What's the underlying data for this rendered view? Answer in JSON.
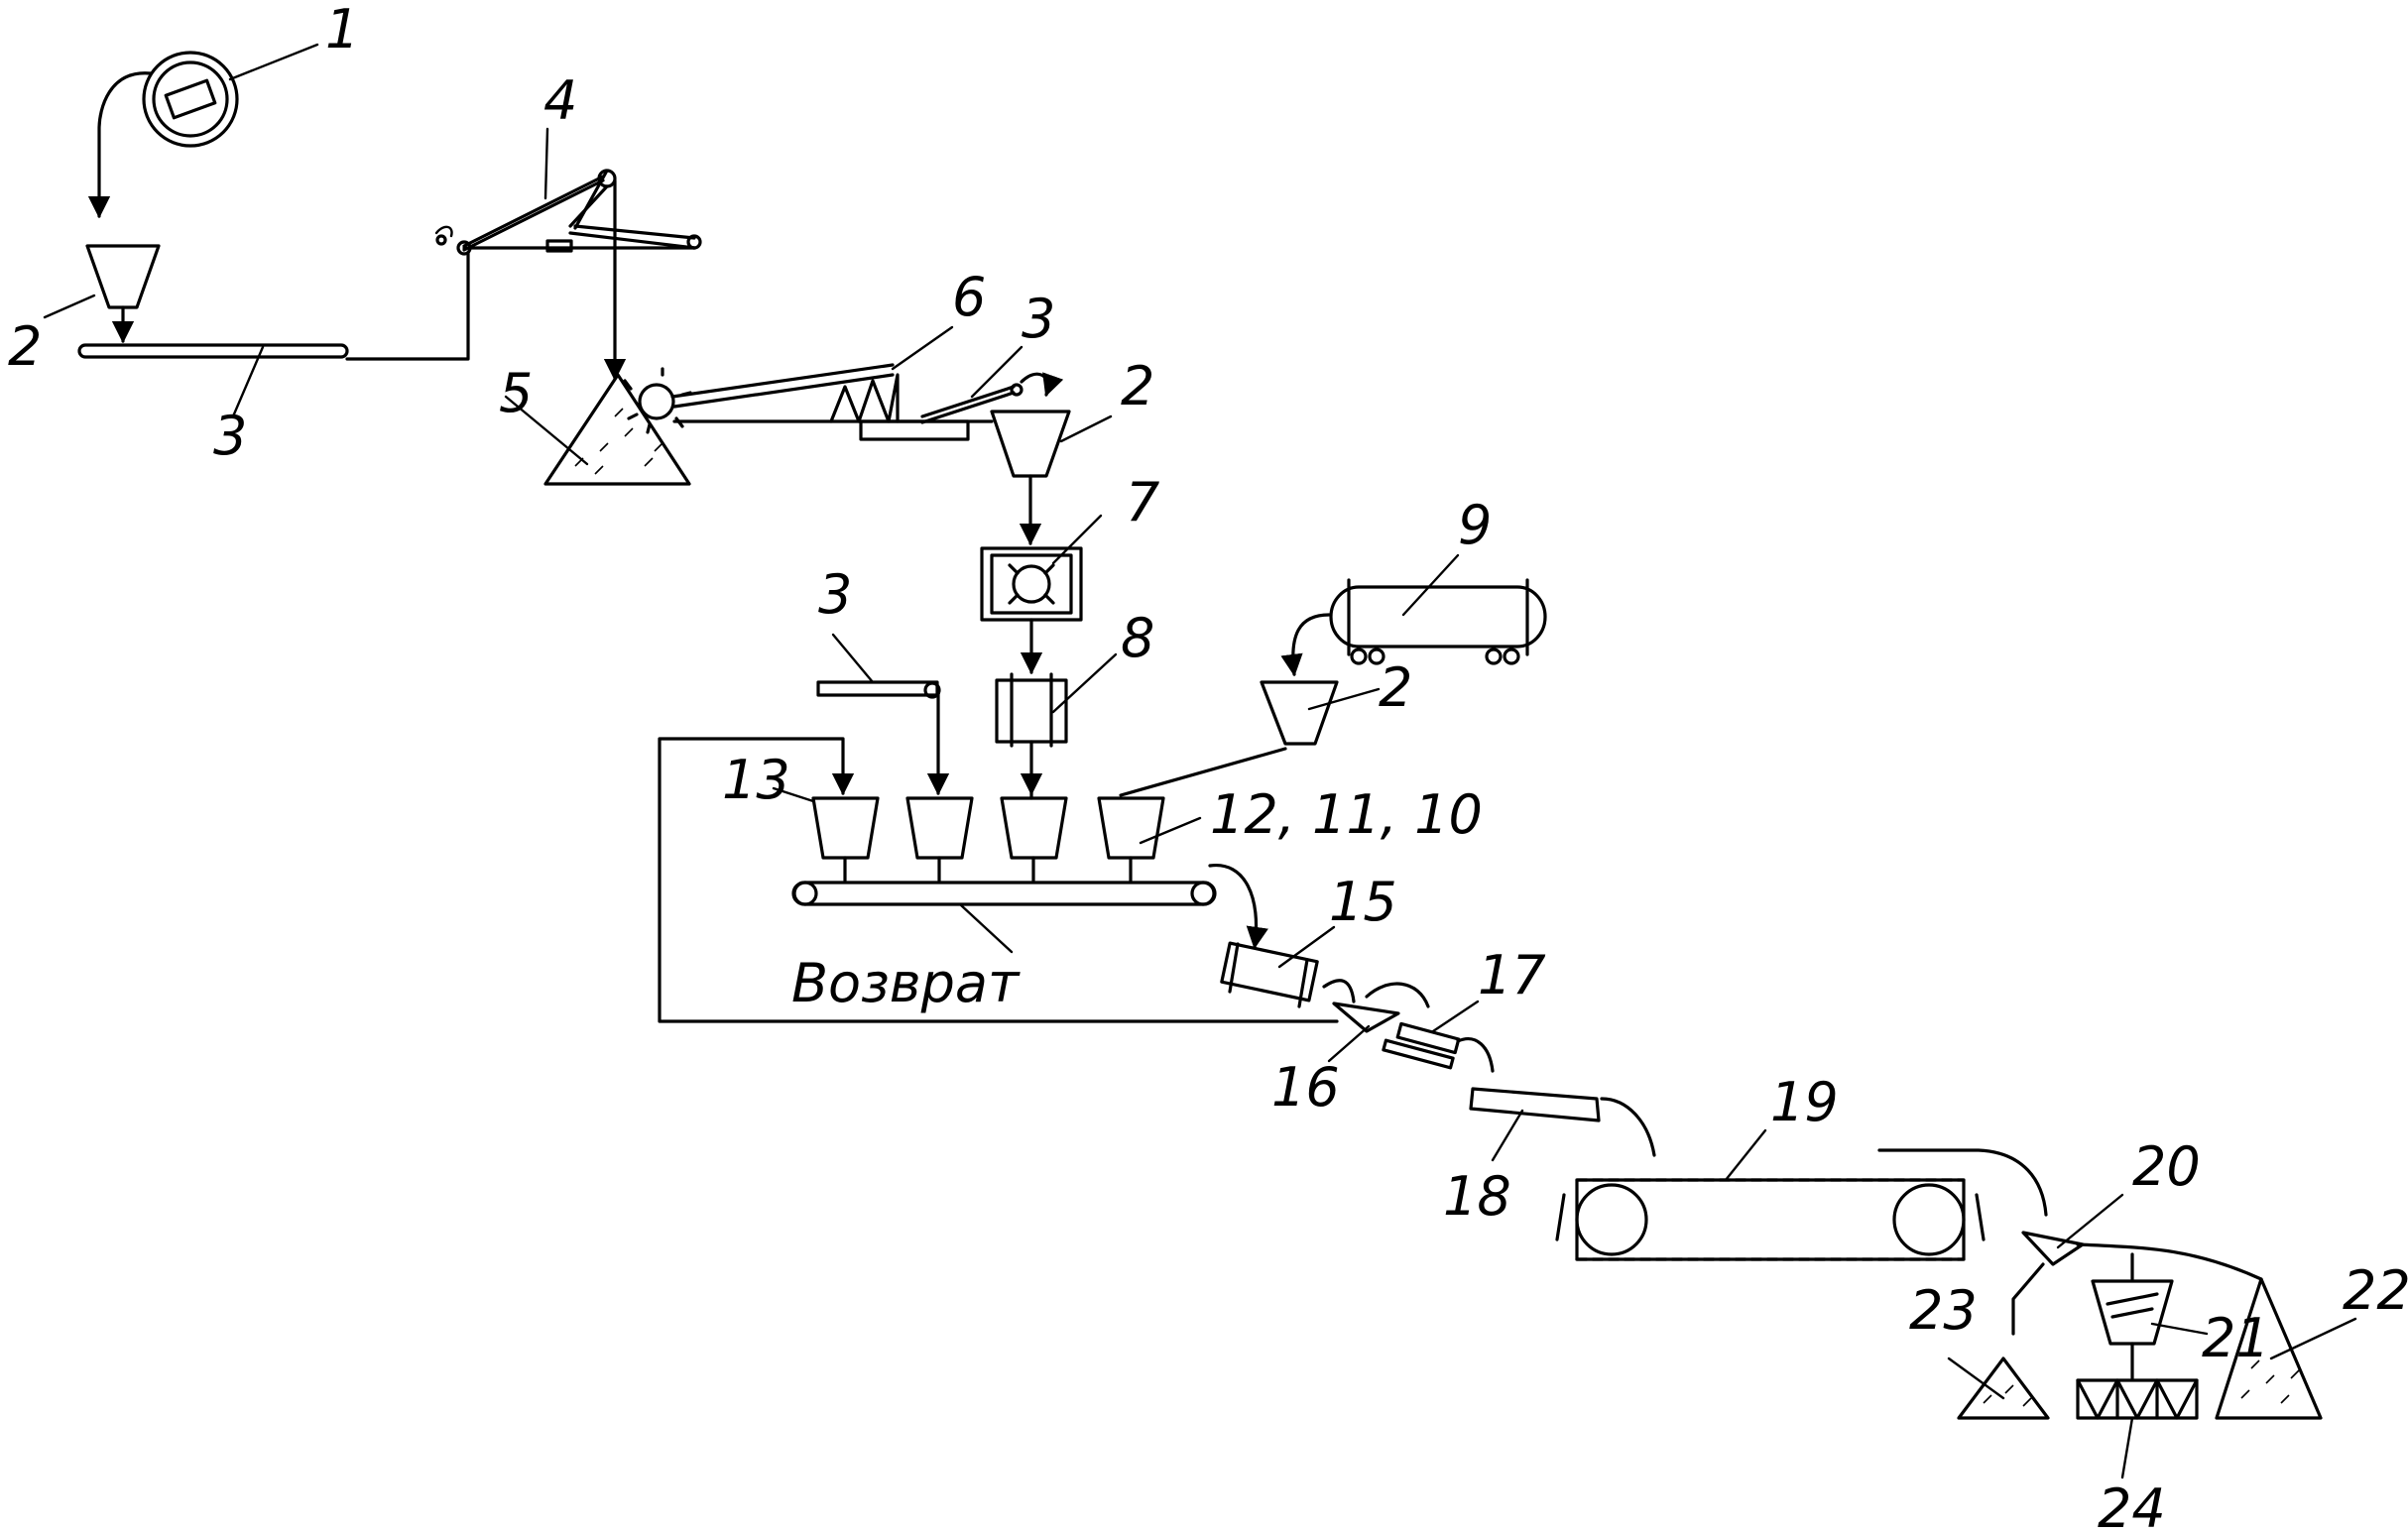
{
  "labels": {
    "n1": "1",
    "n2a": "2",
    "n3a": "3",
    "n4": "4",
    "n5": "5",
    "n6": "6",
    "n3b": "3",
    "n2b": "2",
    "n7": "7",
    "n3c": "3",
    "n8": "8",
    "n9": "9",
    "n2c": "2",
    "n13": "13",
    "n12_11_10": "12, 11, 10",
    "n15": "15",
    "n17": "17",
    "n16": "16",
    "n18": "18",
    "n19": "19",
    "n20": "20",
    "n22": "22",
    "n23": "23",
    "n21": "21",
    "n24": "24",
    "return": "Возврат"
  }
}
